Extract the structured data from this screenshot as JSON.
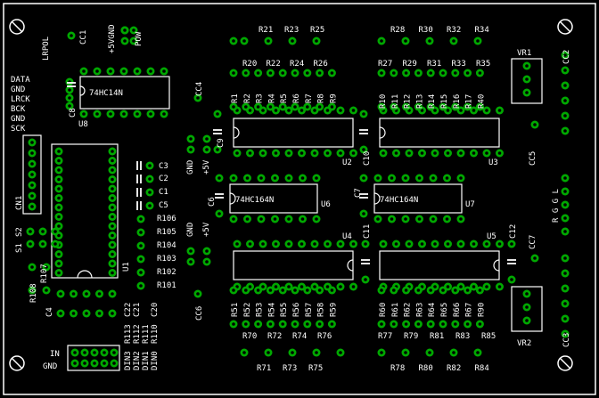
{
  "colors": {
    "background": "#000000",
    "silk": "#ffffff",
    "pad": "#00a800",
    "hole": "#000000",
    "cap_pad": "#d8d8d8"
  },
  "labels": {
    "ic_74hc14": "74HC14N",
    "ic_74hc164_u6": "74HC164N",
    "ic_74hc164_u7": "74HC164N",
    "u1": "U1",
    "u2": "U2",
    "u3": "U3",
    "u4": "U4",
    "u5": "U5",
    "u6": "U6",
    "u7": "U7",
    "u8": "U8",
    "lrpol": "LRPOL",
    "cc1": "CC1",
    "plus5vgnd": "+5VGND",
    "pow": "POW",
    "cn1": "CN1",
    "s1": "S1",
    "s2": "S2",
    "data": "DATA",
    "gnd1": "GND",
    "lrck": "LRCK",
    "bck": "BCK",
    "gnd2": "GND",
    "sck": "SCK",
    "c1": "C1",
    "c2": "C2",
    "c3": "C3",
    "c4": "C4",
    "c5": "C5",
    "c6": "C6",
    "c7": "C7",
    "c8": "C8",
    "c9": "C9",
    "c10": "C10",
    "c11": "C11",
    "c12": "C12",
    "cc2": "CC2",
    "cc3": "CC3",
    "cc4": "CC4",
    "cc5": "CC5",
    "cc6": "CC6",
    "cc7": "CC7",
    "gnd_a": "GND",
    "plus5v_a": "+5V",
    "gnd_b": "GND",
    "plus5v_b": "+5V",
    "vr1": "VR1",
    "vr2": "VR2",
    "r106": "R106",
    "r105": "R105",
    "r104": "R104",
    "r103": "R103",
    "r102": "R102",
    "r101": "R101",
    "r107": "R107",
    "r108": "R108",
    "r113": "R113",
    "r112": "R112",
    "r111": "R111",
    "r110": "R110",
    "c22": "C22",
    "c21": "C21",
    "c20": "C20",
    "din3": "DIN3",
    "din2": "DIN2",
    "din1": "DIN1",
    "din0": "DIN0",
    "in": "IN",
    "gnd_in": "GND",
    "rggl": "R G G L"
  },
  "resistor_rows": {
    "r21_25": [
      "R21",
      "R23",
      "R25"
    ],
    "r20_26": [
      "R20",
      "R22",
      "R24",
      "R26"
    ],
    "r1_9": [
      "R1",
      "R2",
      "R3",
      "R4",
      "R5",
      "R6",
      "R7",
      "R8",
      "R9"
    ],
    "r28_34": [
      "R28",
      "R30",
      "R32",
      "R34"
    ],
    "r27_35": [
      "R27",
      "R29",
      "R31",
      "R33",
      "R35"
    ],
    "r10_40": [
      "R10",
      "R11",
      "R12",
      "R13",
      "R14",
      "R15",
      "R16",
      "R17",
      "R40"
    ],
    "r51_59": [
      "R51",
      "R52",
      "R53",
      "R54",
      "R55",
      "R56",
      "R57",
      "R58",
      "R59"
    ],
    "r70_76": [
      "R70",
      "R72",
      "R74",
      "R76"
    ],
    "r71_75": [
      "R71",
      "R73",
      "R75"
    ],
    "r60_90": [
      "R60",
      "R61",
      "R62",
      "R63",
      "R64",
      "R65",
      "R66",
      "R67",
      "R90"
    ],
    "r77_85": [
      "R77",
      "R79",
      "R81",
      "R83",
      "R85"
    ],
    "r78_84": [
      "R78",
      "R80",
      "R82",
      "R84"
    ]
  }
}
